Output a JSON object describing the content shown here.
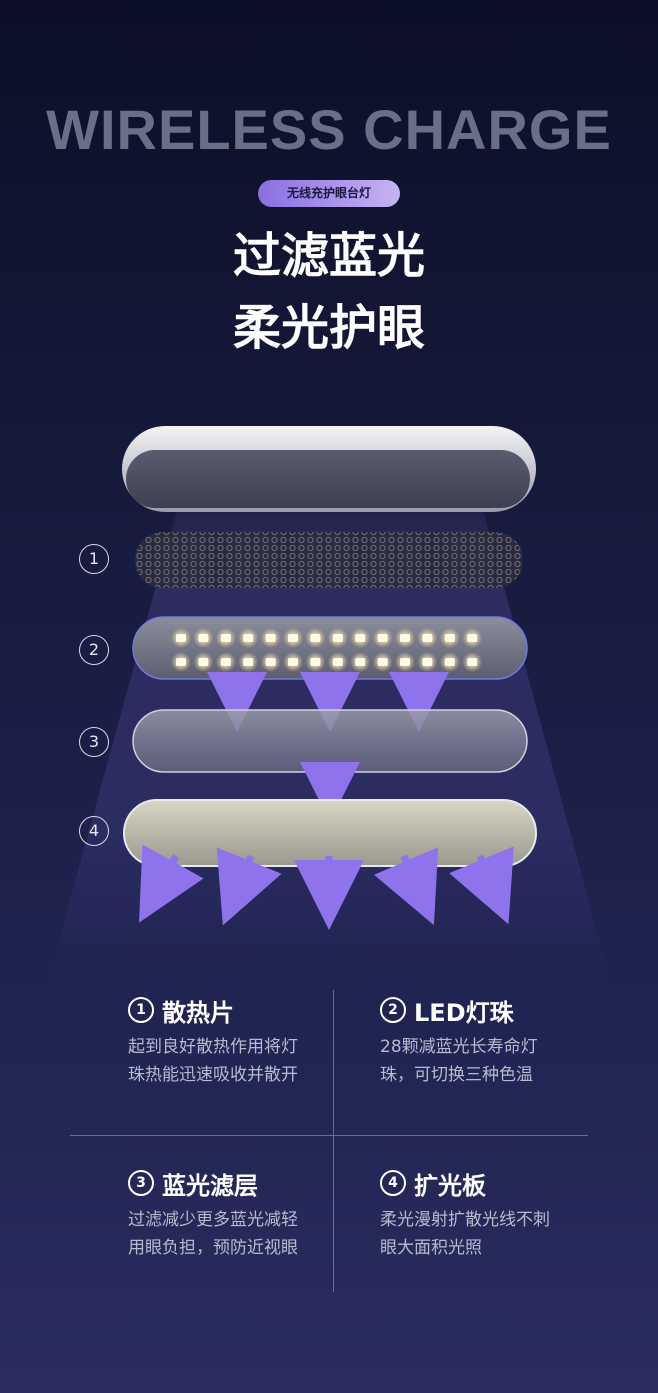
{
  "hero_title": "WIRELESS CHARGE",
  "tag": "无线充护眼台灯",
  "headline": {
    "line1": "过滤蓝光",
    "line2": "柔光护眼"
  },
  "layers": [
    {
      "number": "1"
    },
    {
      "number": "2"
    },
    {
      "number": "3"
    },
    {
      "number": "4"
    }
  ],
  "features": [
    {
      "number": "1",
      "title": "散热片",
      "desc": "起到良好散热作用将灯珠热能迅速吸收并散开"
    },
    {
      "number": "2",
      "title": "LED灯珠",
      "desc": "28颗减蓝光长寿命灯珠，可切换三种色温"
    },
    {
      "number": "3",
      "title": "蓝光滤层",
      "desc": "过滤减少更多蓝光减轻用眼负担，预防近视眼"
    },
    {
      "number": "4",
      "title": "扩光板",
      "desc": "柔光漫射扩散光线不刺眼大面积光照"
    }
  ],
  "colors": {
    "accent": "#8a6fe0",
    "arrow": "#8f73ec",
    "background": "#161a3c"
  }
}
